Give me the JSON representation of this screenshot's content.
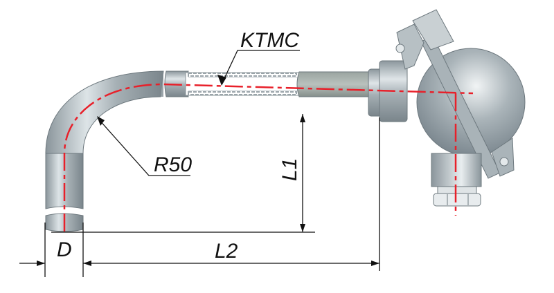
{
  "diagram": {
    "title": "Thermocouple with bent KTMC cable and connection head",
    "labels": {
      "cable": "KTMC",
      "bend_radius": "R50",
      "length_vertical": "L1",
      "length_horizontal": "L2",
      "diameter": "D"
    },
    "colors": {
      "axis_line": "#e8202a",
      "metal_dark": "#7f8a91",
      "metal_light": "#e6ecef",
      "outline": "#5a646a",
      "dimension": "#111111"
    }
  }
}
